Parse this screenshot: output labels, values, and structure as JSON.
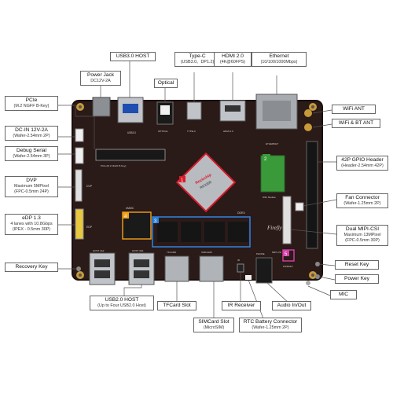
{
  "board": {
    "chip_brand": "Rockchip",
    "chip_model": "RK3399",
    "brand_logo": "Firefly",
    "emmc_label": "eMMC",
    "ddr_label": "DDR3",
    "wifi_module_label": "WiFi Module",
    "marker_1": "1",
    "marker_2": "2",
    "marker_3": "3",
    "marker_4": "4",
    "marker_5": "5",
    "pcb_usb30": "USB3.0",
    "pcb_typec": "TYPE-C",
    "pcb_hdmi": "HDMI 2.0",
    "pcb_ethernet": "ETHERNET",
    "pcb_optical": "OPTICAL",
    "pcb_dvp": "DVP",
    "pcb_edp": "EDP",
    "pcb_host1": "HOST 1&2",
    "pcb_host3": "HOST 3&4",
    "pcb_tfcard": "TFCARD",
    "pcb_simcard": "SIMCARD",
    "pcb_phone": "PHONE",
    "pcb_mipi": "MIPI CSI",
    "pcb_pcie": "PCIe (M.2 NGFF B Key)",
    "pcb_pwrkey": "PWRKEY",
    "pcb_ir": "IR"
  },
  "callouts": {
    "usb30_host": {
      "title": "USB3.0 HOST",
      "sub": ""
    },
    "typec": {
      "title": "Type-C",
      "sub": "(USB3.0、DP1.2)"
    },
    "hdmi": {
      "title": "HDMI 2.0",
      "sub": "(4K@60FPS)"
    },
    "ethernet": {
      "title": "Ethernet",
      "sub": "(10/100/1000Mbps)"
    },
    "power_jack": {
      "title": "Power Jack",
      "sub": "DC12V-2A"
    },
    "optical": {
      "title": "Optical",
      "sub": ""
    },
    "pcie": {
      "title": "PCIe",
      "sub": "(M.2 NGFF B-Key)"
    },
    "dcin": {
      "title": "DC-IN  12V-2A",
      "sub": "(Wafer-2.54mm 2P)"
    },
    "debug": {
      "title": "Debug Serial",
      "sub": "(Wafer-2.54mm 3P)"
    },
    "dvp": {
      "title": "DVP",
      "sub": "Maximum 5MPixel",
      "sub2": "(FPC-0.5mm 24P)"
    },
    "edp": {
      "title": "eDP 1.3",
      "sub": "4 lanes with 10.8Gbps",
      "sub2": "(IPEX - 0.5mm 30P)"
    },
    "recovery": {
      "title": "Recovery Key",
      "sub": ""
    },
    "wifi_ant": {
      "title": "WiFi ANT",
      "sub": ""
    },
    "wifi_bt_ant": {
      "title": "WiFi & BT ANT",
      "sub": ""
    },
    "gpio": {
      "title": "42P GPIO Header",
      "sub": "(Header-2.54mm 42P)"
    },
    "fan": {
      "title": "Fan Connector",
      "sub": "(Wafer-1.25mm 2P)"
    },
    "mipi": {
      "title": "Dual MIPI-CSI",
      "sub": "Maximum 13MPixel",
      "sub2": "(FPC-0.5mm 30P)"
    },
    "reset": {
      "title": "Reset Key",
      "sub": ""
    },
    "power_key": {
      "title": "Power Key",
      "sub": ""
    },
    "mic": {
      "title": "MIC",
      "sub": ""
    },
    "usb20_host": {
      "title": "USB2.0 HOST",
      "sub": "(Up to Four USB2.0 Host)"
    },
    "tfcard": {
      "title": "TFCard Slot",
      "sub": ""
    },
    "ir": {
      "title": "IR Receiver",
      "sub": ""
    },
    "audio": {
      "title": "Audio In/Out",
      "sub": ""
    },
    "simcard": {
      "title": "SIMCard Slot",
      "sub": "(MicroSIM)"
    },
    "rtc": {
      "title": "RTC Battery Connector",
      "sub": "(Wafer-1.25mm 2P)"
    }
  },
  "colors": {
    "pcb": "#2a1a18",
    "pcb_edge": "#1a0f0e",
    "silkscreen": "#d8d0c8",
    "marker": "#d81b2b",
    "wifi_module": "#3a9a3a",
    "emmc": "#f2a01a",
    "ddr_highlight": "#2f7fd8",
    "pwrkey_box": "#d840a8",
    "metal": "#c0c4c8",
    "gold": "#c89a3a",
    "leader": "#555555"
  }
}
